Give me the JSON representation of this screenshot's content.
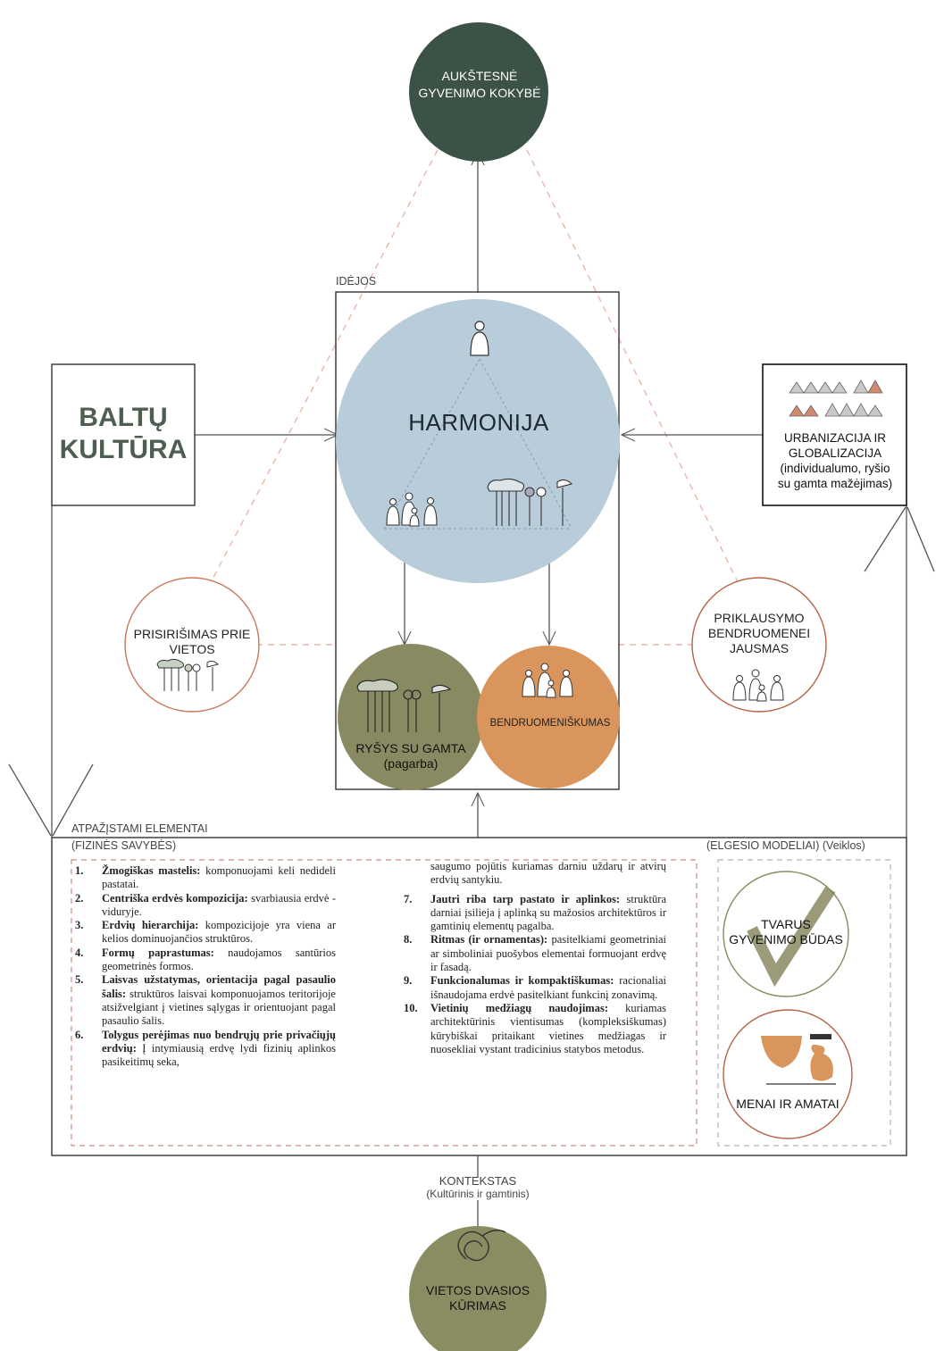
{
  "diagram": {
    "top_circle": {
      "line1": "AUKŠTESNĖ",
      "line2": "GYVENIMO KOKYBĖ"
    },
    "ideas_label": "IDĖJOS",
    "harmony": "HARMONIJA",
    "left_box": {
      "line1": "BALTŲ",
      "line2": "KULTŪRA"
    },
    "right_box": {
      "line1": "URBANIZACIJA IR",
      "line2": "GLOBALIZACIJA",
      "line3": "(individualumo, ryšio",
      "line4": "su gamta mažėjimas)"
    },
    "left_circle": {
      "line1": "PRISIRIŠIMAS PRIE",
      "line2": "VIETOS"
    },
    "right_circle": {
      "line1": "PRIKLAUSYMO",
      "line2": "BENDRUOMENEI",
      "line3": "JAUSMAS"
    },
    "nature_circle": {
      "line1": "RYŠYS SU GAMTA",
      "line2": "(pagarba)"
    },
    "community_circle": "BENDRUOMENIŠKUMAS",
    "elements_label": "ATPAŽĮSTAMI ELEMENTAI",
    "physical_label": "(FIZINĖS SAVYBĖS)",
    "behaviour_label": "(ELGESIO MODELIAI) (Veiklos)",
    "sustainable": {
      "line1": "TVARUS",
      "line2": "GYVENIMO BŪDAS"
    },
    "arts": "MENAI IR AMATAI",
    "context": {
      "line1": "KONTEKSTAS",
      "line2": "(Kultūrinis ir gamtinis)"
    },
    "bottom_circle": {
      "line1": "VIETOS DVASIOS",
      "line2": "KŪRIMAS"
    },
    "colors": {
      "dark_green": "#3d5246",
      "blue": "#b8ccd9",
      "olive": "#8a8a62",
      "orange": "#d9955c",
      "bottom_olive": "#8a8d62",
      "rust": "#b46446"
    }
  },
  "elements_col1": [
    {
      "num": "1.",
      "title": "Žmogiškas mastelis:",
      "text": " komponuojami keli nedideli pastatai."
    },
    {
      "num": "2.",
      "title": "Centriška erdvės kompozicija:",
      "text": " svarbiausia erdvė - viduryje."
    },
    {
      "num": "3.",
      "title": "Erdvių hierarchija:",
      "text": " kompozicijoje yra viena ar kelios dominuojančios struktūros."
    },
    {
      "num": "4.",
      "title": "Formų paprastumas:",
      "text": " naudojamos santūrios geometrinės formos."
    },
    {
      "num": "5.",
      "title": "Laisvas užstatymas, orientacija pagal pasaulio šalis:",
      "text": " struktūros laisvai komponuojamos teritorijoje atsižvelgiant į vietines sąlygas ir orientuojant pagal pasaulio šalis."
    },
    {
      "num": "6.",
      "title": "Tolygus perėjimas nuo bendrųjų prie privačiųjų erdvių:",
      "text": " Į intymiausią erdvę lydi fizinių aplinkos pasikeitimų seka,"
    }
  ],
  "elements_col2_lead": "saugumo pojūtis kuriamas darniu uždarų ir atvirų erdvių santykiu.",
  "elements_col2": [
    {
      "num": "7.",
      "title": "Jautri riba tarp pastato ir aplinkos:",
      "text": " struktūra darniai įsilieja į aplinką su mažosios architektūros ir gamtinių elementų pagalba."
    },
    {
      "num": "8.",
      "title": "Ritmas (ir ornamentas):",
      "text": " pasitelkiami geometriniai ar simboliniai puošybos elementai formuojant erdvę ir fasadą."
    },
    {
      "num": "9.",
      "title": "Funkcionalumas ir kompaktiškumas:",
      "text": " racionaliai išnaudojama erdvė pasitelkiant funkcinį zonavimą."
    },
    {
      "num": "10.",
      "title": "Vietinių medžiagų naudojimas:",
      "text": " kuriamas architektūrinis vientisumas (kompleksiškumas) kūrybiškai pritaikant vietines medžiagas ir nuosekliai vystant tradicinius statybos metodus."
    }
  ]
}
